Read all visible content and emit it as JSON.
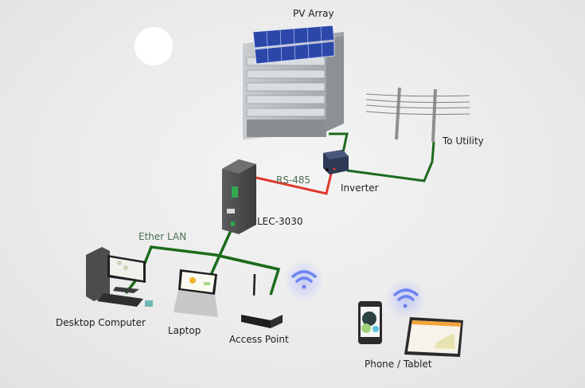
{
  "diagram": {
    "title": "Solar PV monitoring network",
    "colors": {
      "background": "#ebebeb",
      "ethernet_line": "#1d6b1d",
      "rs485_line": "#e0392b",
      "wifi": "#6c83f0",
      "solar_panel": "#2b47a8",
      "label_text": "#1e1e1e",
      "link_label_text": "#4e6e52"
    },
    "nodes": [
      {
        "id": "sun",
        "label": "",
        "icon": "sun-icon"
      },
      {
        "id": "pv_array",
        "label": "PV Array",
        "icon": "building-solar-icon"
      },
      {
        "id": "utility",
        "label": "To Utility",
        "icon": "power-pole-icon"
      },
      {
        "id": "inverter",
        "label": "Inverter",
        "icon": "inverter-icon"
      },
      {
        "id": "lec3030",
        "label": "LEC-3030",
        "icon": "controller-icon"
      },
      {
        "id": "desktop",
        "label": "Desktop Computer",
        "icon": "desktop-icon"
      },
      {
        "id": "laptop",
        "label": "Laptop",
        "icon": "laptop-icon"
      },
      {
        "id": "access_point",
        "label": "Access Point",
        "icon": "router-icon"
      },
      {
        "id": "phone_tablet",
        "label": "Phone / Tablet",
        "icon": "mobile-devices-icon"
      }
    ],
    "links": [
      {
        "from": "pv_array",
        "to": "inverter",
        "type": "power",
        "label": ""
      },
      {
        "from": "inverter",
        "to": "utility",
        "type": "power",
        "label": ""
      },
      {
        "from": "lec3030",
        "to": "inverter",
        "type": "serial",
        "label": "RS-485"
      },
      {
        "from": "lec3030",
        "to": "desktop",
        "type": "ethernet",
        "label": "Ether LAN"
      },
      {
        "from": "lec3030",
        "to": "laptop",
        "type": "ethernet",
        "label": ""
      },
      {
        "from": "lec3030",
        "to": "access_point",
        "type": "ethernet",
        "label": ""
      },
      {
        "from": "access_point",
        "to": "phone_tablet",
        "type": "wifi",
        "label": ""
      }
    ]
  }
}
